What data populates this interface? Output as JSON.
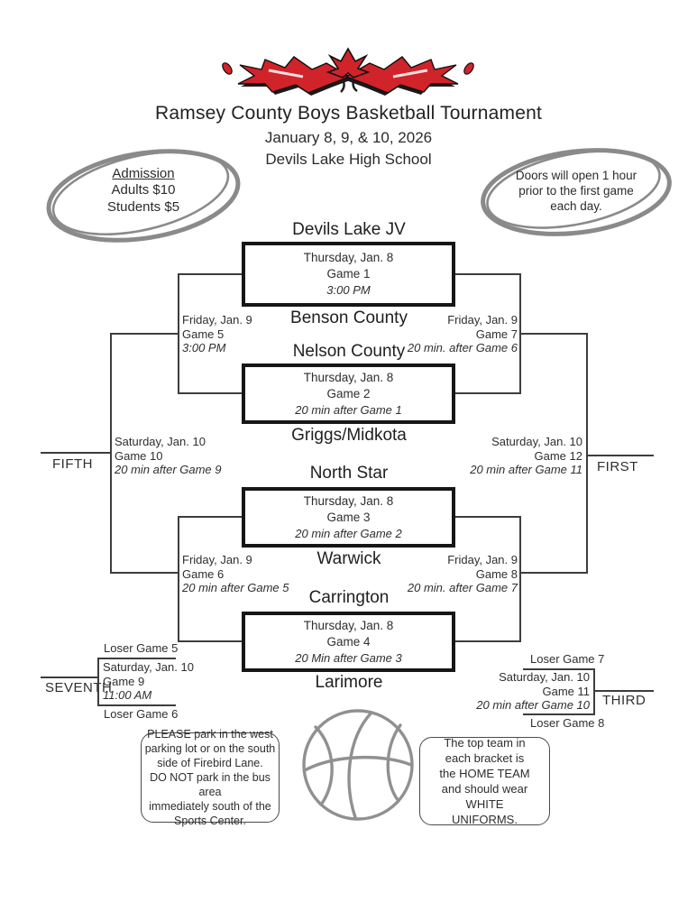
{
  "page": {
    "title": "Ramsey County Boys Basketball Tournament",
    "dates": "January 8, 9, & 10, 2026",
    "venue": "Devils Lake High School"
  },
  "admission": {
    "heading": "Admission",
    "adults": "Adults $10",
    "students": "Students $5"
  },
  "doors_note": {
    "lines": [
      "Doors will open 1 hour",
      "prior to the first game",
      "each day."
    ]
  },
  "teams": [
    "Devils Lake JV",
    "Benson County",
    "Nelson County",
    "Griggs/Midkota",
    "North Star",
    "Warwick",
    "Carrington",
    "Larimore"
  ],
  "games": {
    "game1": {
      "date": "Thursday, Jan. 8",
      "game": "Game 1",
      "time": "3:00 PM"
    },
    "game2": {
      "date": "Thursday, Jan. 8",
      "game": "Game 2",
      "time": "20 min after Game 1"
    },
    "game3": {
      "date": "Thursday, Jan. 8",
      "game": "Game 3",
      "time": "20 min after Game 2"
    },
    "game4": {
      "date": "Thursday, Jan. 8",
      "game": "Game 4",
      "time": "20 Min after Game 3"
    },
    "game5": {
      "date": "Friday, Jan. 9",
      "game": "Game 5",
      "time": "3:00 PM"
    },
    "game6": {
      "date": "Friday, Jan. 9",
      "game": "Game 6",
      "time": "20 min after Game 5"
    },
    "game7": {
      "date": "Friday, Jan. 9",
      "game": "Game 7",
      "time": "20 min. after Game 6"
    },
    "game8": {
      "date": "Friday, Jan. 9",
      "game": "Game 8",
      "time": "20 min. after Game 7"
    },
    "game9": {
      "date": "Saturday, Jan. 10",
      "game": "Game 9",
      "time": "11:00 AM"
    },
    "game10": {
      "date": "Saturday, Jan. 10",
      "game": "Game 10",
      "time": "20 min after Game 9"
    },
    "game11": {
      "date": "Saturday, Jan. 10",
      "game": "Game 11",
      "time": "20 min after Game 10"
    },
    "game12": {
      "date": "Saturday, Jan. 10",
      "game": "Game 12",
      "time": "20 min after Game 11"
    }
  },
  "placements": {
    "first": "FIRST",
    "third": "THIRD",
    "fifth": "FIFTH",
    "seventh": "SEVENTH"
  },
  "consolation_labels": {
    "loser_game5": "Loser Game 5",
    "loser_game6": "Loser Game 6",
    "loser_game7": "Loser Game 7",
    "loser_game8": "Loser Game 8"
  },
  "notes": {
    "parking_lines": [
      "PLEASE park in the west",
      "parking lot or on the south",
      "side of Firebird Lane.",
      "DO NOT park in the bus area",
      "immediately south of the",
      "Sports Center."
    ],
    "home_team_lines": [
      "The top team in",
      "each bracket is",
      "the HOME TEAM",
      "and should wear",
      "WHITE",
      "UNIFORMS."
    ]
  },
  "icons": {
    "flame_logo": "firebird-flame-logo",
    "basketball": "basketball-line-drawing",
    "admission_circle": "hand-drawn-oval",
    "doors_circle": "hand-drawn-oval"
  },
  "colors": {
    "flame_red": "#d1232a",
    "ink_black": "#161616",
    "line_gray": "#3d3d3d",
    "pen_gray": "#8a8a8a"
  }
}
